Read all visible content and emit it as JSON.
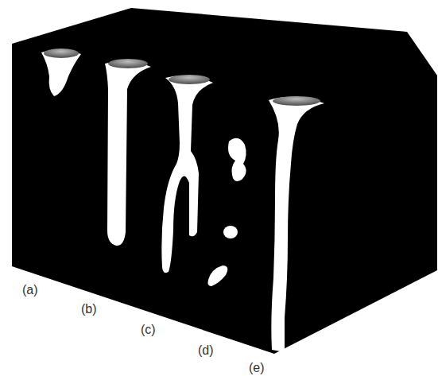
{
  "diagram": {
    "labels": [
      "(a)",
      "(b)",
      "(c)",
      "(d)",
      "(e)"
    ]
  }
}
